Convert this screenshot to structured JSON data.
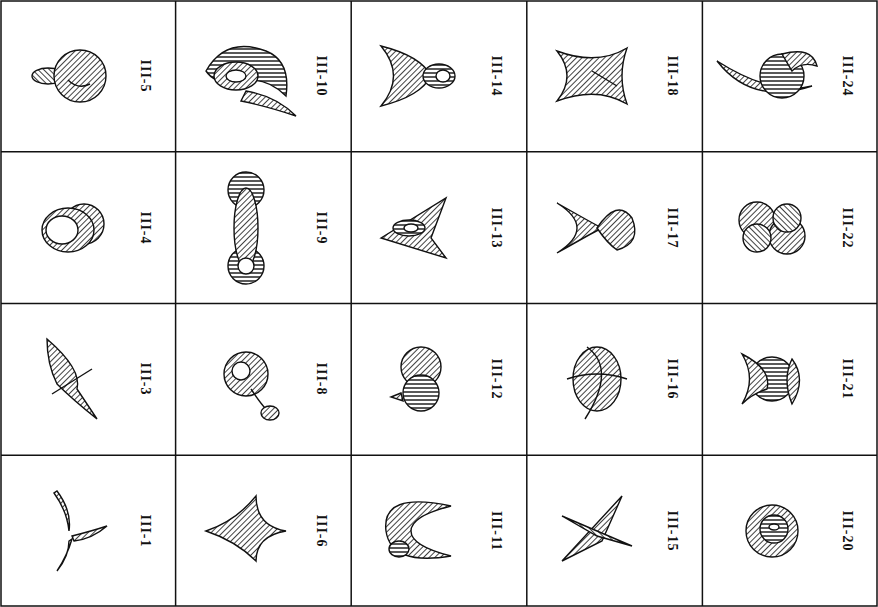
{
  "diagram": {
    "labels": [
      "III-5",
      "III-10",
      "III-14",
      "III-18",
      "III-24",
      "III-4",
      "III-9",
      "III-13",
      "III-17",
      "III-22",
      "III-3",
      "III-8",
      "III-12",
      "III-16",
      "III-21",
      "III-1",
      "III-6",
      "III-11",
      "III-15",
      "III-20"
    ]
  }
}
